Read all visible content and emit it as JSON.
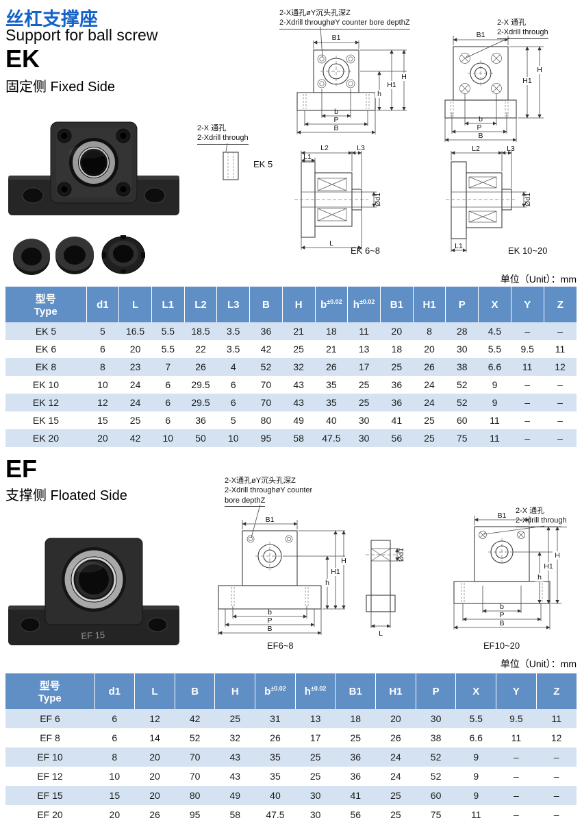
{
  "colors": {
    "title_blue": "#1463c7",
    "table_header": "#5f8fc5",
    "row_alt": "#d4e2f1"
  },
  "header": {
    "title_cn": "丝杠支撑座",
    "title_en": "Support for ball screw"
  },
  "unit_note": "单位（Unit）：mm",
  "dims": {
    "B1": "B1",
    "H1": "H1",
    "H": "H",
    "h": "h",
    "b": "b",
    "P": "P",
    "B": "B",
    "L": "L",
    "L1": "L1",
    "L2": "L2",
    "L3": "L3",
    "phid1": "Ød1"
  },
  "annotations": {
    "counterbore_cn": "2-X通孔øY沉头孔深Z",
    "counterbore_en": "2-Xdrill throughøY counter bore depthZ",
    "counterbore_en_1": "2-Xdrill throughøY counter",
    "counterbore_en_2": "bore depthZ",
    "through_cn": "2-X 通孔",
    "through_en": "2-Xdrill through"
  },
  "ek": {
    "code": "EK",
    "side_label": "固定侧 Fixed Side",
    "captions": {
      "c5": "EK 5",
      "c68": "EK 6~8",
      "c1020": "EK 10~20"
    },
    "table": {
      "header": [
        {
          "cn": "型号",
          "en": "Type"
        },
        {
          "label": "d1"
        },
        {
          "label": "L"
        },
        {
          "label": "L1"
        },
        {
          "label": "L2"
        },
        {
          "label": "L3"
        },
        {
          "label": "B"
        },
        {
          "label": "H"
        },
        {
          "label": "b",
          "sup": "±0.02"
        },
        {
          "label": "h",
          "sup": "±0.02"
        },
        {
          "label": "B1"
        },
        {
          "label": "H1"
        },
        {
          "label": "P"
        },
        {
          "label": "X"
        },
        {
          "label": "Y"
        },
        {
          "label": "Z"
        }
      ],
      "rows": [
        [
          "EK 5",
          "5",
          "16.5",
          "5.5",
          "18.5",
          "3.5",
          "36",
          "21",
          "18",
          "11",
          "20",
          "8",
          "28",
          "4.5",
          "–",
          "–"
        ],
        [
          "EK 6",
          "6",
          "20",
          "5.5",
          "22",
          "3.5",
          "42",
          "25",
          "21",
          "13",
          "18",
          "20",
          "30",
          "5.5",
          "9.5",
          "11"
        ],
        [
          "EK 8",
          "8",
          "23",
          "7",
          "26",
          "4",
          "52",
          "32",
          "26",
          "17",
          "25",
          "26",
          "38",
          "6.6",
          "11",
          "12"
        ],
        [
          "EK 10",
          "10",
          "24",
          "6",
          "29.5",
          "6",
          "70",
          "43",
          "35",
          "25",
          "36",
          "24",
          "52",
          "9",
          "–",
          "–"
        ],
        [
          "EK 12",
          "12",
          "24",
          "6",
          "29.5",
          "6",
          "70",
          "43",
          "35",
          "25",
          "36",
          "24",
          "52",
          "9",
          "–",
          "–"
        ],
        [
          "EK 15",
          "15",
          "25",
          "6",
          "36",
          "5",
          "80",
          "49",
          "40",
          "30",
          "41",
          "25",
          "60",
          "11",
          "–",
          "–"
        ],
        [
          "EK 20",
          "20",
          "42",
          "10",
          "50",
          "10",
          "95",
          "58",
          "47.5",
          "30",
          "56",
          "25",
          "75",
          "11",
          "–",
          "–"
        ]
      ]
    }
  },
  "ef": {
    "code": "EF",
    "side_label": "支撑侧 Floated Side",
    "photo_label": "EF 15",
    "captions": {
      "c68": "EF6~8",
      "c1020": "EF10~20"
    },
    "table": {
      "header": [
        {
          "cn": "型号",
          "en": "Type"
        },
        {
          "label": "d1"
        },
        {
          "label": "L"
        },
        {
          "label": "B"
        },
        {
          "label": "H"
        },
        {
          "label": "b",
          "sup": "±0.02"
        },
        {
          "label": "h",
          "sup": "±0.02"
        },
        {
          "label": "B1"
        },
        {
          "label": "H1"
        },
        {
          "label": "P"
        },
        {
          "label": "X"
        },
        {
          "label": "Y"
        },
        {
          "label": "Z"
        }
      ],
      "rows": [
        [
          "EF 6",
          "6",
          "12",
          "42",
          "25",
          "31",
          "13",
          "18",
          "20",
          "30",
          "5.5",
          "9.5",
          "11"
        ],
        [
          "EF 8",
          "6",
          "14",
          "52",
          "32",
          "26",
          "17",
          "25",
          "26",
          "38",
          "6.6",
          "11",
          "12"
        ],
        [
          "EF 10",
          "8",
          "20",
          "70",
          "43",
          "35",
          "25",
          "36",
          "24",
          "52",
          "9",
          "–",
          "–"
        ],
        [
          "EF 12",
          "10",
          "20",
          "70",
          "43",
          "35",
          "25",
          "36",
          "24",
          "52",
          "9",
          "–",
          "–"
        ],
        [
          "EF 15",
          "15",
          "20",
          "80",
          "49",
          "40",
          "30",
          "41",
          "25",
          "60",
          "9",
          "–",
          "–"
        ],
        [
          "EF 20",
          "20",
          "26",
          "95",
          "58",
          "47.5",
          "30",
          "56",
          "25",
          "75",
          "11",
          "–",
          "–"
        ]
      ]
    }
  }
}
